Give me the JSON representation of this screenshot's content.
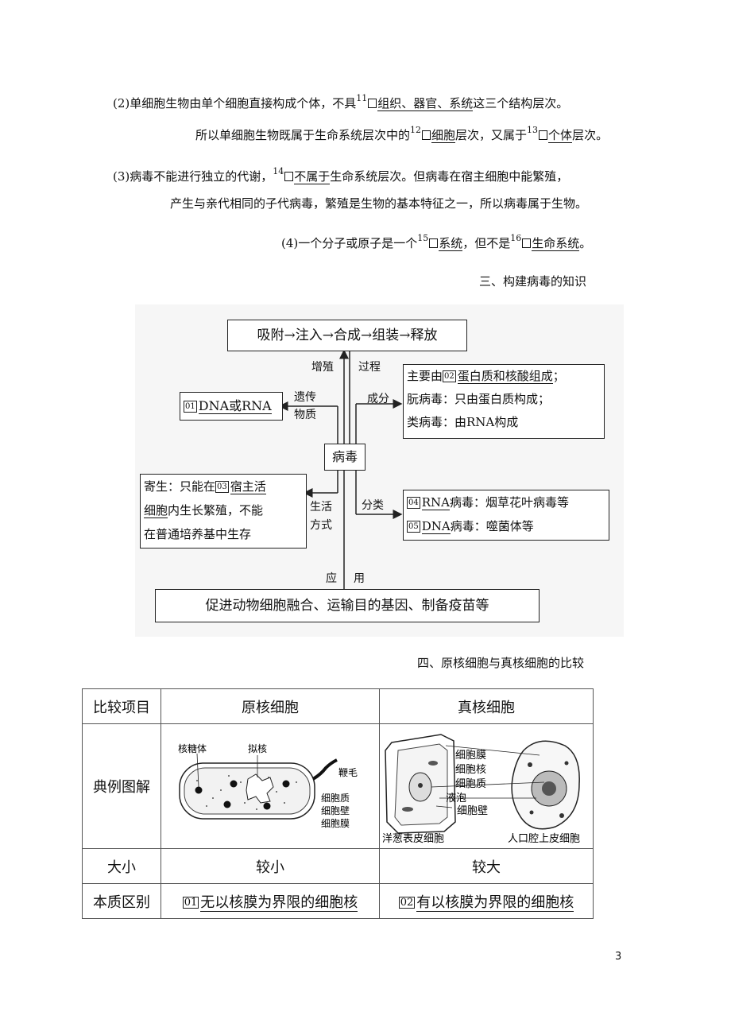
{
  "para2": {
    "l1a": "(2)单细胞生物由单个细胞直接构成个体，不具",
    "n11": "11",
    "l1b": "组织、器官、系统",
    "l1c": "这三个结构层次。",
    "l2a": "所以单细胞生物既属于生命系统层次中的",
    "n12": "12",
    "l2b": "细胞",
    "l2c": "层次，又属于",
    "n13": "13",
    "l2d": "个体",
    "l2e": "层次。"
  },
  "para3": {
    "l1a": "(3)病毒不能进行独立的代谢，",
    "n14": "14",
    "l1b": "不属于",
    "l1c": "生命系统层次。但病毒在宿主细胞中能繁殖，",
    "l2": "产生与亲代相同的子代病毒，繁殖是生物的基本特征之一，所以病毒属于生物。"
  },
  "para4": {
    "a": "(4)一个分子或原子是一个",
    "n15": "15",
    "b": "系统",
    "c": "，但不是",
    "n16": "16",
    "d": "生命系统",
    "e": "。"
  },
  "heading3": "三、构建病毒的知识",
  "diagram": {
    "top": "吸附→注入→合成→组装→释放",
    "center": "病毒",
    "proc_a": "增殖",
    "proc_b": "过程",
    "gen_a": "遗传",
    "gen_b": "物质",
    "gen_num": "01",
    "gen_box": "DNA或RNA",
    "comp_label": "成分",
    "comp_1a": "主要由",
    "comp_num": "02",
    "comp_1b": "蛋白质和核酸组成",
    "comp_1c": "；",
    "comp_2": "朊病毒：只由蛋白质构成；",
    "comp_3": "类病毒：由RNA构成",
    "life_a": "生活",
    "life_b": "方式",
    "life_1a": "寄生：只能在",
    "life_num": "03",
    "life_1b": "宿主活",
    "life_2a": "细胞",
    "life_2b": "内生长繁殖，不能",
    "life_3": "在普通培养基中生存",
    "class_label": "分类",
    "class_num1": "04",
    "class_1a": "RNA",
    "class_1b": "病毒：烟草花叶病毒等",
    "class_num2": "05",
    "class_2a": "DNA",
    "class_2b": "病毒：噬菌体等",
    "app_a": "应",
    "app_b": "用",
    "bottom": "促进动物细胞融合、运输目的基因、制备疫苗等"
  },
  "heading4": "四、原核细胞与真核细胞的比较",
  "table": {
    "h0": "比较项目",
    "h1": "原核细胞",
    "h2": "真核细胞",
    "r1": "典例图解",
    "pro_labels": {
      "ribosome": "核糖体",
      "nucleoid": "拟核",
      "flagellum": "鞭毛",
      "cytoplasm": "细胞质",
      "wall": "细胞壁",
      "membrane": "细胞膜"
    },
    "euk_labels": {
      "membrane": "细胞膜",
      "nucleus": "细胞核",
      "cytoplasm": "细胞质",
      "vacuole": "液泡",
      "wall": "细胞壁"
    },
    "onion": "洋葱表皮细胞",
    "cheek": "人口腔上皮细胞",
    "r2": "大小",
    "r2c1": "较小",
    "r2c2": "较大",
    "r3": "本质区别",
    "r3n1": "01",
    "r3c1": "无以核膜为界限的细胞核",
    "r3n2": "02",
    "r3c2": "有以核膜为界限的细胞核"
  },
  "page_number": "3"
}
